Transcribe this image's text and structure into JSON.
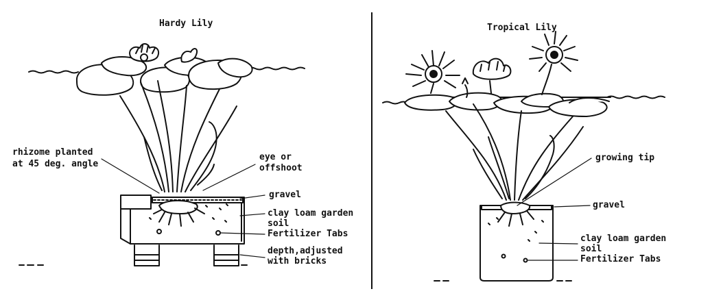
{
  "hardy": {
    "title": "Hardy Lily",
    "rhizome_line1": "rhizome planted",
    "rhizome_line2": "at 45 deg. angle",
    "eye_line1": "eye or",
    "eye_line2": "offshoot",
    "gravel": "gravel",
    "soil_line1": "clay loam garden",
    "soil_line2": "soil",
    "fertilizer": "Fertilizer Tabs",
    "depth_line1": "depth,adjusted",
    "depth_line2": "with bricks"
  },
  "tropical": {
    "title": "Tropical Lily",
    "growing_tip": "growing tip",
    "gravel": "gravel",
    "soil_line1": "clay loam garden",
    "soil_line2": "soil",
    "fertilizer": "Fertilizer Tabs"
  }
}
